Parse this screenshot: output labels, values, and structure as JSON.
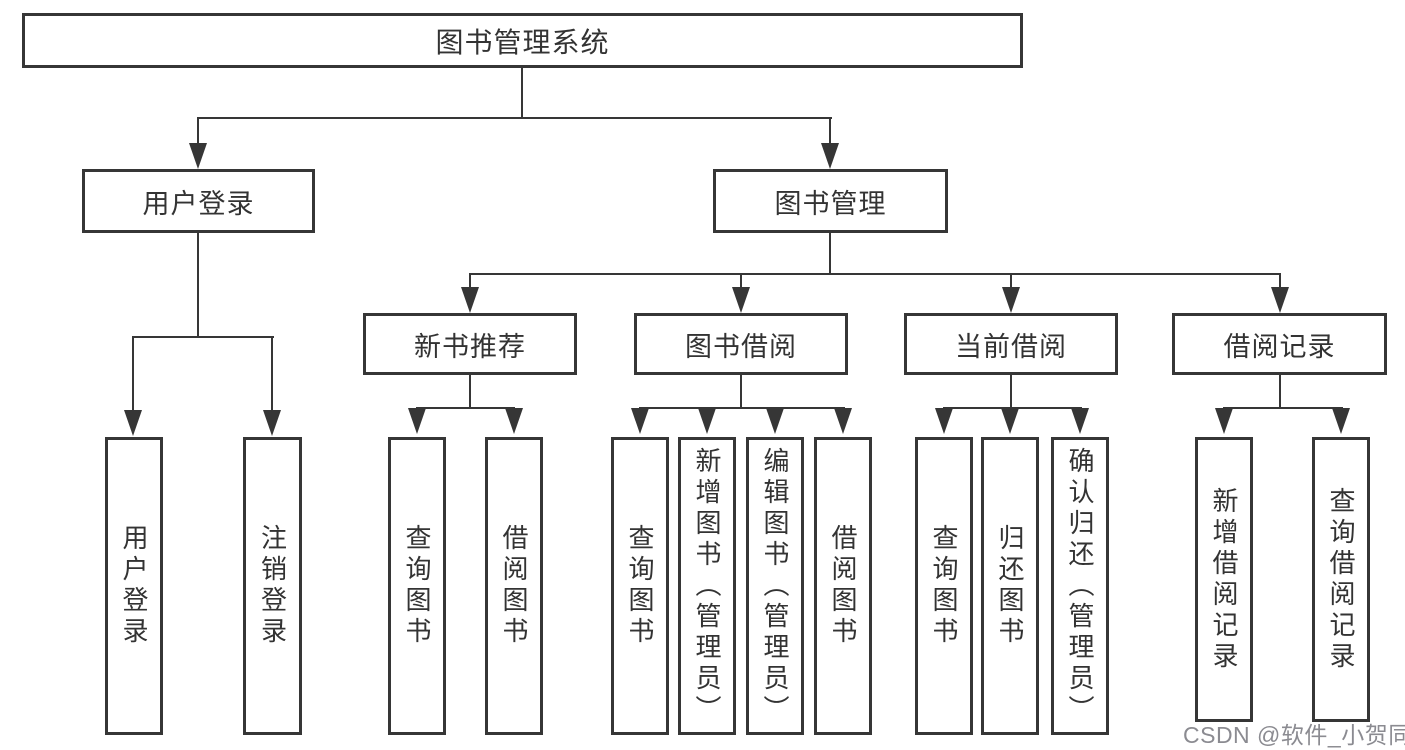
{
  "diagram_title": "图书管理系统",
  "colors": {
    "line": "#363636",
    "text": "#333333",
    "background": "#ffffff",
    "watermark": "#8b8b91"
  },
  "tree": {
    "label": "图书管理系统",
    "children": [
      {
        "label": "用户登录",
        "children": [
          {
            "label": "用户登录"
          },
          {
            "label": "注销登录"
          }
        ]
      },
      {
        "label": "图书管理",
        "children": [
          {
            "label": "新书推荐",
            "children": [
              {
                "label": "查询图书"
              },
              {
                "label": "借阅图书"
              }
            ]
          },
          {
            "label": "图书借阅",
            "children": [
              {
                "label": "查询图书"
              },
              {
                "label": "新增图书（管理员）"
              },
              {
                "label": "编辑图书（管理员）"
              },
              {
                "label": "借阅图书"
              }
            ]
          },
          {
            "label": "当前借阅",
            "children": [
              {
                "label": "查询图书"
              },
              {
                "label": "归还图书"
              },
              {
                "label": "确认归还（管理员）"
              }
            ]
          },
          {
            "label": "借阅记录",
            "children": [
              {
                "label": "新增借阅记录"
              },
              {
                "label": "查询借阅记录"
              }
            ]
          }
        ]
      }
    ]
  },
  "watermark": "CSDN @软件_小贺同学"
}
